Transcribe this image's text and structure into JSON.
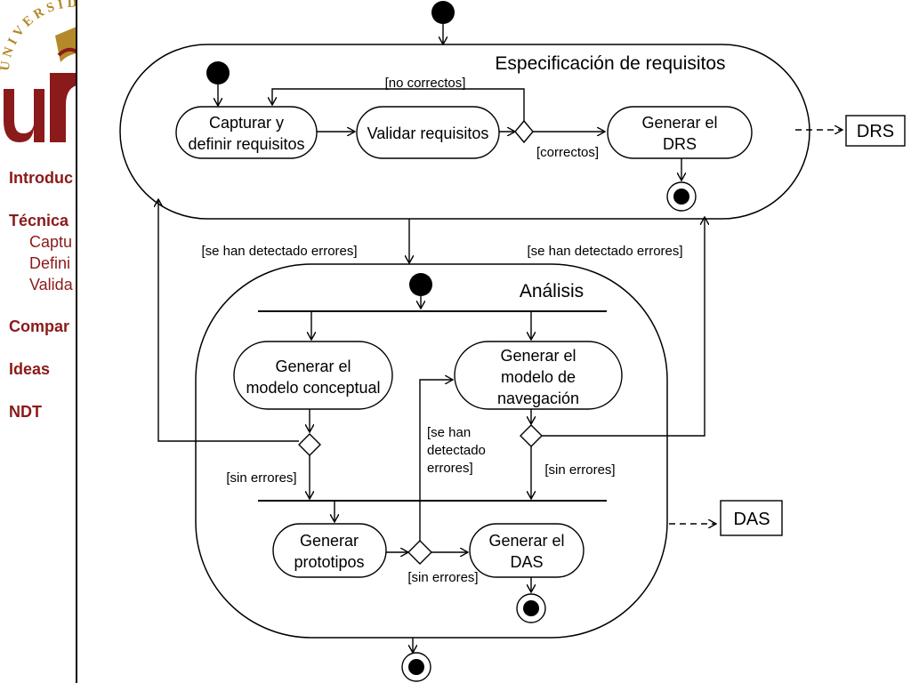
{
  "sidebar": {
    "logo_text": "UNIVERSIDAD",
    "nav": {
      "introduccion": "Introduc",
      "tecnicas": "Técnica",
      "captura": "Captu",
      "definicion": "Defini",
      "validacion": "Valida",
      "comparativa": "Compar",
      "ideas": "Ideas",
      "ndt": "NDT"
    }
  },
  "diagram": {
    "top": {
      "title": "Especificación de requisitos",
      "capturar_line1": "Capturar y",
      "capturar_line2": "definir requisitos",
      "validar": "Validar requisitos",
      "generar_drs_line1": "Generar el",
      "generar_drs_line2": "DRS",
      "guard_no_correctos": "[no correctos]",
      "guard_correctos": "[correctos]"
    },
    "drs": "DRS",
    "guard_errores_left": "[se han detectado errores]",
    "guard_errores_right": "[se han detectado errores]",
    "analisis": {
      "title": "Análisis",
      "conceptual_line1": "Generar el",
      "conceptual_line2": "modelo conceptual",
      "navegacion_line1": "Generar el",
      "navegacion_line2": "modelo de",
      "navegacion_line3": "navegación",
      "guard_errores_line1": "[se han",
      "guard_errores_line2": "detectado",
      "guard_errores_line3": "errores]",
      "guard_sin_errores_left": "[sin errores]",
      "guard_sin_errores_right": "[sin errores]",
      "prototipos_line1": "Generar",
      "prototipos_line2": "prototipos",
      "generar_das_line1": "Generar el",
      "generar_das_line2": "DAS",
      "guard_sin_errores_bottom": "[sin errores]"
    },
    "das": "DAS"
  }
}
